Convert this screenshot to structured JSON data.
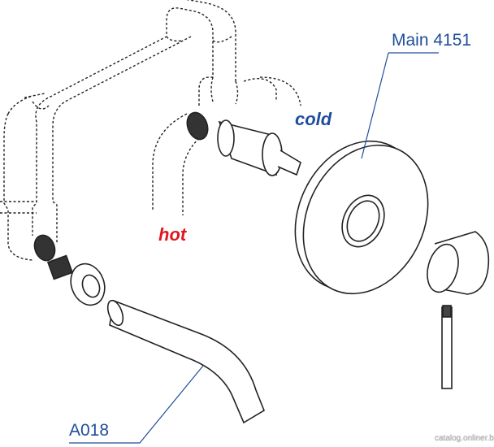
{
  "labels": {
    "main_part": "Main 4151",
    "cold": "cold",
    "hot": "hot",
    "spout_part": "A018"
  },
  "watermark": "catalog.onliner.by",
  "colors": {
    "label_blue": "#1f4e9c",
    "hot_red": "#e0161e",
    "line": "#222222"
  }
}
